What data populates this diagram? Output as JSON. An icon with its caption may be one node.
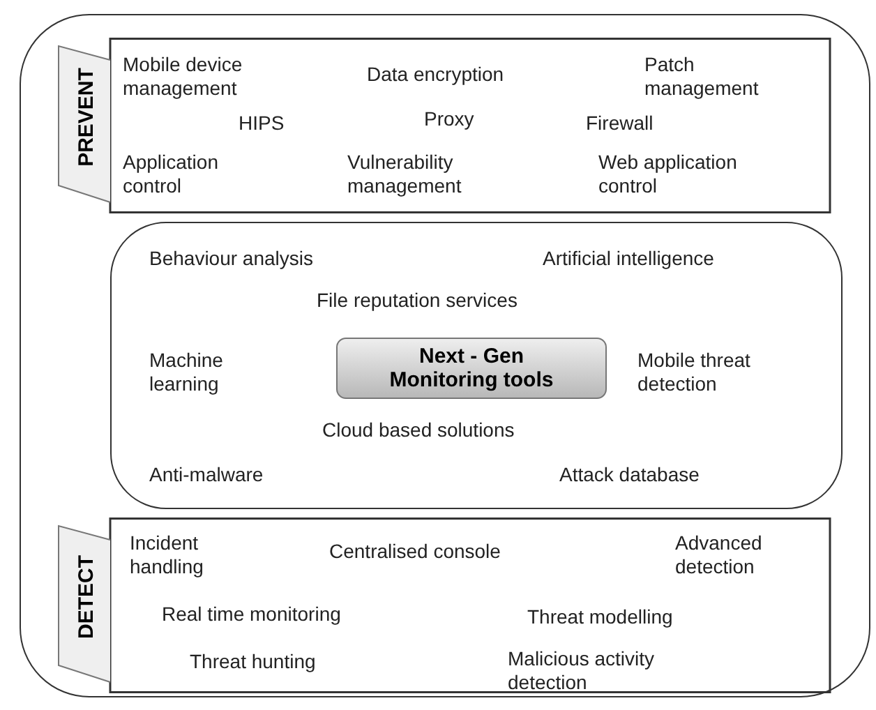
{
  "diagram": {
    "nodes": [
      {
        "text": [],
        "shape": "box"
      },
      {
        "text": [
          "PREVENT"
        ],
        "in": 0
      },
      {
        "text": [],
        "shape": "box",
        "in": 0
      },
      {
        "text": [
          "Next - Gen Monitoring tools"
        ],
        "in": 2
      },
      {
        "text": [
          "DETECT"
        ],
        "in": 0
      }
    ],
    "labels": [
      "Mobile device management",
      "Data encryption",
      "Patch management",
      "HIPS",
      "Proxy",
      "Firewall",
      "Application control",
      "Vulnerability management",
      "Web application control",
      "Behaviour analysis",
      "Artificial intelligence",
      "File reputation services",
      "Machine learning",
      "Mobile threat detection",
      "Cloud based solutions",
      "Anti-malware",
      "Attack database",
      "Incident handling",
      "Centralised console",
      "Advanced detection",
      "Real time monitoring",
      "Threat modelling",
      "Threat hunting",
      "Malicious activity detection"
    ]
  }
}
